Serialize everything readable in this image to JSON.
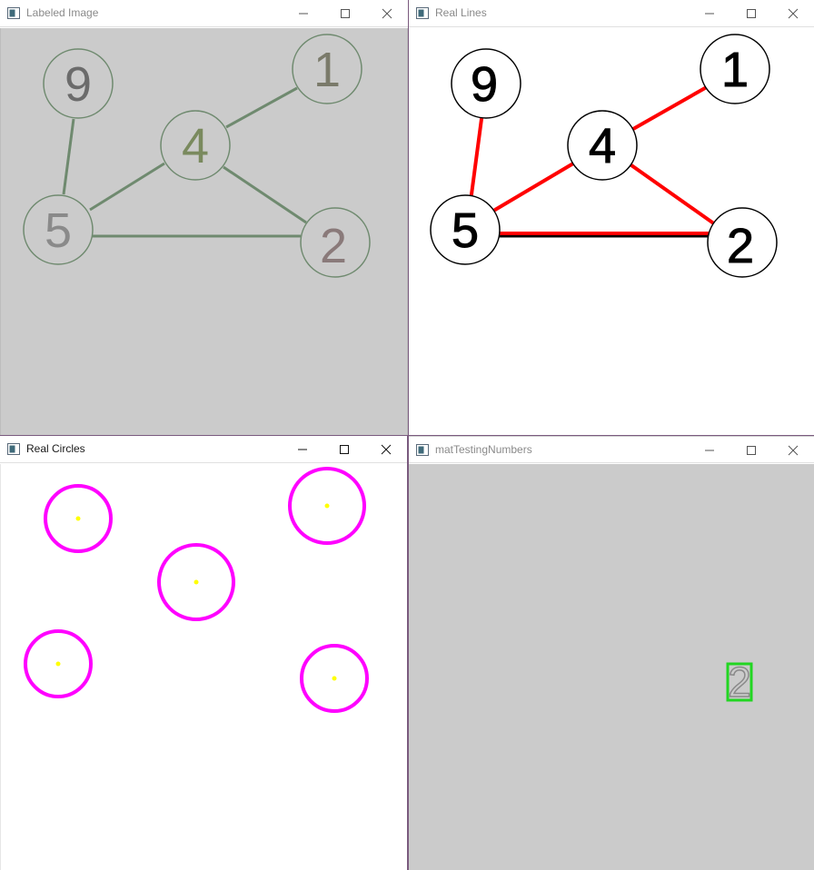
{
  "windows": {
    "labeled_image": {
      "title": "Labeled Image",
      "background": "#cbcbcb",
      "edge_color": "#6f8a6f",
      "nodes": [
        {
          "label": "9",
          "color": "#6b6b6b"
        },
        {
          "label": "1",
          "color": "#7a7a6a"
        },
        {
          "label": "4",
          "color": "#7a8a5e"
        },
        {
          "label": "5",
          "color": "#8a8a8a"
        },
        {
          "label": "2",
          "color": "#8a7a7a"
        }
      ]
    },
    "real_lines": {
      "title": "Real Lines",
      "line_color": "#ff0000",
      "nodes": [
        {
          "label": "9"
        },
        {
          "label": "1"
        },
        {
          "label": "4"
        },
        {
          "label": "5"
        },
        {
          "label": "2"
        }
      ]
    },
    "real_circles": {
      "title": "Real Circles",
      "circle_color": "#ff00ff",
      "center_color": "#ffff00"
    },
    "mat_testing_numbers": {
      "title": "matTestingNumbers",
      "background": "#cbcbcb",
      "box_color": "#22d622",
      "digit": "2"
    }
  }
}
